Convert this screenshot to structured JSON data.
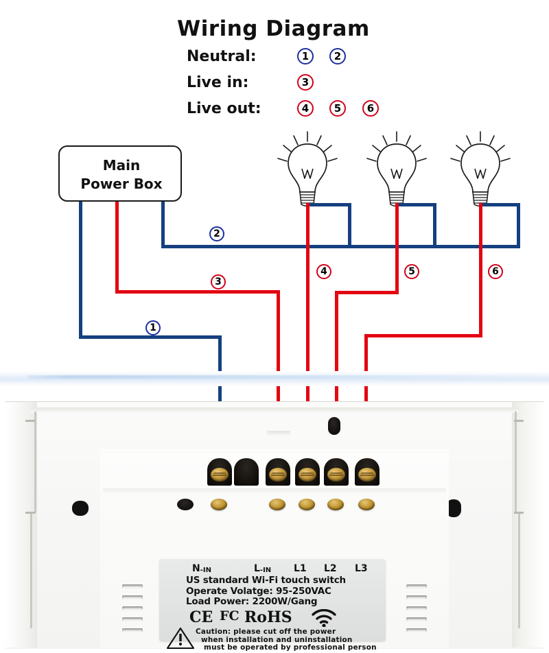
{
  "legend": {
    "title": "Wiring Diagram",
    "rows": [
      {
        "label": "Neutral:",
        "numbers": [
          "1",
          "2"
        ],
        "color": "#1a2fa0"
      },
      {
        "label": "Live in:",
        "numbers": [
          "3"
        ],
        "color": "#d0021b"
      },
      {
        "label": "Live out:",
        "numbers": [
          "4",
          "5",
          "6"
        ],
        "color": "#d0021b"
      }
    ]
  },
  "power_box": {
    "line1": "Main",
    "line2": "Power Box"
  },
  "wire_markers": [
    {
      "id": "1",
      "color": "blue"
    },
    {
      "id": "2",
      "color": "blue"
    },
    {
      "id": "3",
      "color": "red"
    },
    {
      "id": "4",
      "color": "red"
    },
    {
      "id": "5",
      "color": "red"
    },
    {
      "id": "6",
      "color": "red"
    }
  ],
  "bulbs": [
    {
      "name": "lamp-1"
    },
    {
      "name": "lamp-2"
    },
    {
      "name": "lamp-3"
    }
  ],
  "device_label": {
    "pins": [
      "N-IN",
      "L-IN",
      "L1",
      "L2",
      "L3"
    ],
    "pin_main": [
      "N",
      "L",
      "L1",
      "L2",
      "L3"
    ],
    "pin_sub": [
      "-IN",
      "-IN",
      "",
      "",
      ""
    ],
    "line_product": "US standard Wi-Fi touch switch",
    "line_voltage": "Operate Volatge: 95-250VAC",
    "line_power": "Load Power: 2200W/Gang",
    "certifications": [
      "CE",
      "FC",
      "RoHS"
    ],
    "wifi_icon": "wifi-icon",
    "warning_icon": "warning-triangle-icon",
    "caution_line1": "Caution: please cut off the power",
    "caution_line2": "when installation and uninstallation",
    "caution_line3": "must be operated by professional person"
  },
  "colors": {
    "live_wire": "#e30613",
    "neutral_wire": "#15407f",
    "marker_red": "#d0021b",
    "marker_blue": "#1a2fa0",
    "outline": "#1a1a1a"
  },
  "terminals": [
    {
      "name": "N-IN",
      "wire": "neutral",
      "occupied": true
    },
    {
      "name": "empty",
      "wire": "none",
      "occupied": false
    },
    {
      "name": "L-IN",
      "wire": "live",
      "occupied": true
    },
    {
      "name": "L1",
      "wire": "live",
      "occupied": true
    },
    {
      "name": "L2",
      "wire": "live",
      "occupied": true
    },
    {
      "name": "L3",
      "wire": "live",
      "occupied": true
    }
  ]
}
